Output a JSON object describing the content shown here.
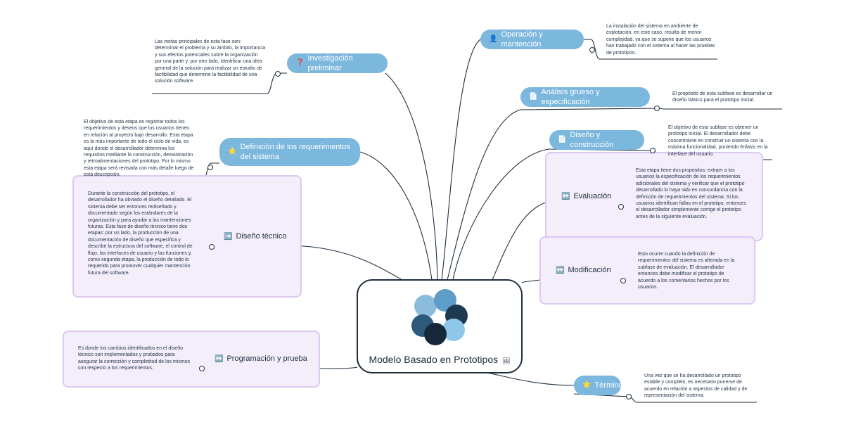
{
  "central": {
    "title": "Modelo Basado en Prototipos",
    "image_icon": "image-icon"
  },
  "colors": {
    "topic_blue": "#7cb7dd",
    "group_fill": "#f4eefb",
    "group_border": "#dcc8f0",
    "line": "#1e2e3e",
    "logo": [
      "#8cbcdc",
      "#5d9dc8",
      "#1e3a52",
      "#2d5a7c",
      "#16283a",
      "#8ec7ea"
    ]
  },
  "topics": {
    "investigacion": {
      "icon": "question-icon",
      "glyph": "❓",
      "label": "Investigación preliminar",
      "note": "Las metas principales de esta fase son: determinar el problema y su ámbito, la importancia y sus efectos potenciales sobre la organización por una parte y, por otro lado, identificar una idea general de la solución para realizar un estudio de factibilidad que determine la factibilidad de una solución software."
    },
    "definicion": {
      "icon": "star-icon",
      "glyph": "⭐",
      "label": "Definición de los requerimientos del sistema",
      "note": "El objetivo de esta etapa es registrar todos los requerimientos y deseos que los usuarios tienen en relación al proyecto bajo desarrollo. Esta etapa es la más importante de todo el ciclo de vida, es aquí donde el desarrollador determina los requisitos mediante la construcción, demostración y retroalimentaciones del prototipo. Por lo mismo esta etapa será revisada con más detalle luego de esta descripción."
    },
    "diseno_tecnico": {
      "icon": "arrow-right-icon",
      "glyph": "➡️",
      "label": "Diseño técnico",
      "note": "Durante la construcción del prototipo, el desarrollador ha obviado el diseño detallado. El sistema debe ser entonces rediseñado y documentado según los estándares de la organización y para ayudar a las mantenciones futuras. Esta fase de diseño técnico tiene dos etapas: por un lado, la producción de una documentación de diseño que especifica y describe la estructura del software, el control de flujo, las interfaces de usuario y las funciones y, como segunda etapa, la producción de todo lo requerido para promover cualquier mantención futura del software."
    },
    "programacion": {
      "icon": "left-right-arrow-icon",
      "glyph": "↔️",
      "label": "Programación y prueba",
      "note": "Es donde los cambios identificados en el diseño técnico son implementados y probados para asegurar la corrección y completitud de los mismos con respecto a los requerimientos."
    },
    "operacion": {
      "icon": "user-icon",
      "glyph": "👤",
      "label": "Operación y mantención",
      "note": "La instalación del sistema en ambiente de explotación, en este caso, resulta de menor complejidad, ya que se supone que los usuarios han trabajado con el sistema al hacer las pruebas de prototipos."
    },
    "analisis": {
      "icon": "document-icon",
      "glyph": "📄",
      "label": "Análisis grueso y especificación",
      "note": "El propósito de esta subfase es desarrollar un diseño básico para el prototipo inicial."
    },
    "diseno_construccion": {
      "icon": "document-icon",
      "glyph": "📄",
      "label": "Diseño y construcción",
      "note": "El objetivo de esta subfase es obtener un prototipo inicial. El desarrollador debe concentrarse en construir un sistema con la máxima funcionalidad, poniendo énfasis en la interface del usuario."
    },
    "evaluacion": {
      "icon": "left-right-arrow-icon",
      "glyph": "↔️",
      "label": "Evaluación",
      "note": "Esta etapa tiene dos propósitos: extraer a los usuarios la especificación de los requerimientos adicionales del sistema y verificar que el prototipo desarrollado lo haya sido en concordancia con la definición de requerimientos del sistema. Si los usuarios identifican fallas en el prototipo, entonces el desarrollador simplemente corrige el prototipo antes de la siguiente evaluación."
    },
    "modificacion": {
      "icon": "left-right-arrow-icon",
      "glyph": "↔️",
      "label": "Modificación",
      "note": "Esto ocurre cuando la definición de requerimientos del sistema es alterada en la subfase de evaluación. El desarrollador entonces debe modificar el prototipo de acuerdo a los comentarios hechos por los usuarios."
    },
    "termino": {
      "icon": "star-icon",
      "glyph": "⭐",
      "label": "Término",
      "note": "Una vez que se ha desarrollado un prototipo estable y completo, es necesario ponerse de acuerdo en relación a aspectos de calidad y de representación del sistema."
    }
  }
}
